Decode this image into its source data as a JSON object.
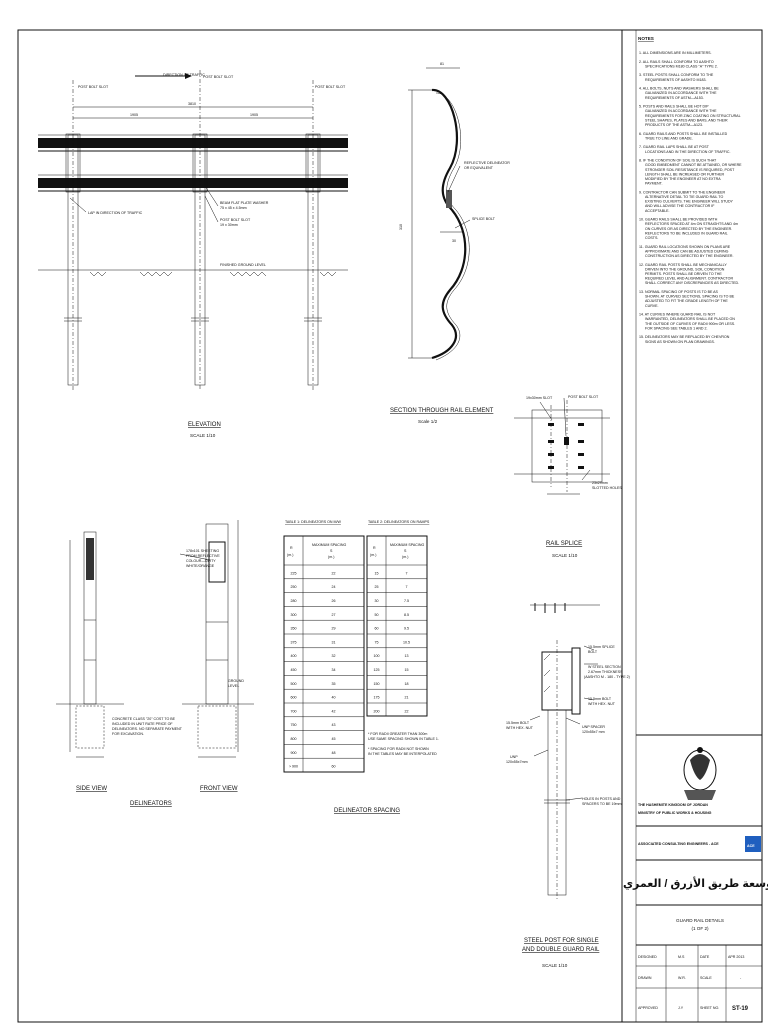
{
  "elevation": {
    "title": "ELEVATION",
    "scale": "SCALE 1/10",
    "direction_of_traffic": "DIRECTION OF TRAFFIC",
    "post_left": "POST BOLT SLOT",
    "post_center": "POST BOLT SLOT",
    "post_right": "POST BOLT SLOT",
    "dim_total": "3810",
    "dim_left": "1905",
    "dim_right": "1905",
    "lap_note": "LAP IN DIRECTION OF TRAFFIC",
    "beam_plate_note_1": "BEAM FLAT PLATE WASHER",
    "beam_plate_note_2": "75 x 45 x 4.5mm",
    "post_bolt_note_1": "POST BOLT SLOT",
    "post_bolt_note_2": "19 x 30mm",
    "ground_level": "FINISHED GROUND LEVEL"
  },
  "section": {
    "title": "SECTION THROUGH RAIL ELEMENT",
    "scale": "Scale 1/2",
    "dim_top": "81",
    "dim_side": "310",
    "note_reflector_1": "REFLECTIVE DELINEATOR",
    "note_reflector_2": "OR EQUIVALENT",
    "note_splice": "SPLICE BOLT",
    "dim_small": "30"
  },
  "rail_splice": {
    "title": "RAIL SPLICE",
    "scale": "SCALE 1/10",
    "note_slot": "19x30mm SLOT",
    "note_post_bolt": "POST BOLT SLOT",
    "note_holes_1": "23x29mm",
    "note_holes_2": "SLOTTED HOLES"
  },
  "delineators": {
    "title": "DELINEATORS",
    "side_view": "SIDE VIEW",
    "front_view": "FRONT VIEW",
    "strip_note_1": "178x101 SHEETING",
    "strip_note_2": "FROM REFLECTIVE",
    "strip_note_3": "COLOUR—DIRTY",
    "strip_note_4": "WHITE/ORANGE",
    "ground_note_1": "GROUND",
    "ground_note_2": "LEVEL",
    "concrete_note_1": "CONCRETE CLASS \"20\" COST TO BE",
    "concrete_note_2": "INCLUDED IN UNIT RATE PRICE OF",
    "concrete_note_3": "DELINEATORS. NO SEPARATE PAYMENT",
    "concrete_note_4": "FOR EXCAVATION."
  },
  "spacing": {
    "title": "DELINEATOR SPACING",
    "table1_title": "TABLE 1: DELINEATORS ON M/W",
    "table2_title": "TABLE 2: DELINEATORS ON RAMPS",
    "col_r": "R",
    "col_r_unit": "(m.)",
    "col_s_1": "MAXIMUM SPACING",
    "col_s_2": "S",
    "col_s_unit": "(m.)",
    "table1_rows": [
      [
        "225",
        "22"
      ],
      [
        "250",
        "24"
      ],
      [
        "280",
        "26"
      ],
      [
        "300",
        "27"
      ],
      [
        "350",
        "29"
      ],
      [
        "375",
        "31"
      ],
      [
        "400",
        "32"
      ],
      [
        "450",
        "34"
      ],
      [
        "500",
        "35"
      ],
      [
        "600",
        "40"
      ],
      [
        "700",
        "42"
      ],
      [
        "750",
        "43"
      ],
      [
        "800",
        "45"
      ],
      [
        "900",
        "48"
      ],
      [
        "> 900",
        "60"
      ]
    ],
    "table2_rows": [
      [
        "15",
        "7"
      ],
      [
        "25",
        "7"
      ],
      [
        "30",
        "7.5"
      ],
      [
        "50",
        "8.5"
      ],
      [
        "60",
        "9.5"
      ],
      [
        "75",
        "10.5"
      ],
      [
        "100",
        "13"
      ],
      [
        "125",
        "15"
      ],
      [
        "150",
        "18"
      ],
      [
        "175",
        "21"
      ],
      [
        "200",
        "22"
      ]
    ],
    "note1_1": "* FOR RADII GREATER THAN 300m",
    "note1_2": "USE SAME SPACING SHOWN IN TABLE 1.",
    "note2_1": "* SPACING FOR RADII NOT SHOWN",
    "note2_2": "IN THE TABLES MAY BE INTERPOLATED"
  },
  "steel_post": {
    "title_1": "STEEL POST FOR SINGLE",
    "title_2": "AND DOUBLE GUARD RAIL",
    "scale": "SCALE 1/10",
    "note_splice_1": "15.5mm SPLICE",
    "note_splice_2": "BOLT",
    "note_wseam_1": "W STEEL SECTION",
    "note_wseam_2": "2.67mm THICKNESS",
    "note_wseam_3": "(AASHTO M - 180 - TYPE 2)",
    "note_bolt_1": "15.5mm BOLT",
    "note_bolt_2": "WITH HEX. NUT",
    "note_left_1": "15.5mm BOLT",
    "note_left_2": "WITH HEX. NUT",
    "note_spacer_1": "UNP SPACER",
    "note_spacer_2": "120x55x7 mm",
    "note_unp_1": "UNP",
    "note_unp_2": "120x55x7mm",
    "note_holes_1": "HOLES IN POSTS AND",
    "note_holes_2": "SPACERS TO BE 19mm"
  },
  "notes": {
    "heading": "NOTES",
    "items": [
      "1. ALL DIMENSIONS ARE IN MILLIMETERS.",
      "2. ALL RAILS SHALL CONFORM TO AASHTO SPECIFICATIONS M180 CLASS \"A\" TYPE 2.",
      "3. STEEL POSTS SHALL CONFORM TO THE REQUIREMENTS OF AASHTO M183.",
      "4. ALL BOLTS, NUTS AND WASHERS SHALL BE GALVANIZED IN ACCORDANCE WITH THE REQUIREMENTS OF ASTM—A153.",
      "5. POSTS AND RAILS SHALL BE HOT DIP GALVANIZED IN ACCORDANCE WITH THE REQUIREMENTS FOR ZINC COATING ON STRUCTURAL STEEL SHAPES, PLATES AND BARS, AND THEIR PRODUCTS OF THE ASTM—A123.",
      "6. GUARD RAILS AND POSTS SHALL BE INSTALLED TRUE TO LINE AND GRADE.",
      "7. GUARD RAIL LAPS SHALL BE AT POST LOCATIONS AND IN THE DIRECTION OF TRAFFIC.",
      "8. IF THE CONDITION OF SOIL IS SUCH THAT GOOD EMBEDMENT CANNOT BE ATTAINED, OR WHERE STRONGER SOIL RESISTANCE IS REQUIRED, POST LENGTH SHALL BE INCREASED OR FURTHER MODIFIED BY THE ENGINEER AT NO EXTRA PAYMENT.",
      "9. CONTRACTOR CAN SUBMIT TO THE ENGINEER ALTERNATIVE DETAIL TO TIE GUARD RAIL TO EXISTING CULVERTS. THE ENGINEER WILL STUDY AND WILL ADVISE THE CONTRACTOR IF ACCEPTABLE.",
      "10. GUARD RAILS SHALL BE PROVIDED WITH REFLECTORS SPACED AT 4m ON STRAIGHTS AND 4m ON CURVES OR AS DIRECTED BY THE ENGINEER. REFLECTORS TO BE INCLUDED IN GUARD RAIL COSTS.",
      "11. GUARD RAIL LOCATIONS SHOWN ON PLANS ARE APPROXIMATE AND CAN BE ADJUSTED DURING CONSTRUCTION AS DIRECTED BY THE ENGINEER.",
      "12. GUARD RAIL POSTS SHALL BE MECHANICALLY DRIVEN INTO THE GROUND, SOIL CONDITION PERMITS. POSTS SHALL BE DRIVEN TO THE REQUIRED LEVEL AND ALIGNMENT. CONTRACTOR SHALL CORRECT ANY DISCREPANCIES AS DIRECTED.",
      "13. NORMAL SPACING OF POSTS IS TO BE AS SHOWN. AT CURVED SECTIONS, SPACING IS TO BE ADJUSTED TO FIT THE GRADE LENGTH OF THE CURVE.",
      "14. AT CURVES WHERE GUARD RAIL IS NOT WARRANTED, DELINEATORS SHALL BE PLACED ON THE OUTSIDE OF CURVES OF RADII 900m OR LESS. FOR SPACING SEE TABLES 1 AND 2.",
      "15. DELINEATORS MAY BE REPLACED BY CHEVRON SIGNS AS SHOWN ON PLAN DRAWINGS."
    ]
  },
  "title_block": {
    "authority_1": "THE HASHEMITE KINGDOM OF JORDAN",
    "authority_2": "MINISTRY OF PUBLIC WORKS & HOUSING",
    "consultant": "ASSOCIATED CONSULTING ENGINEERS - ACE",
    "consultant_logo": "ACE",
    "project_arabic": "توسعة طريق الأزرق / العمري",
    "drawing_title_1": "GUARD RAIL DETAILS",
    "drawing_title_2": "(1 OF 2)",
    "designed_label": "DESIGNED",
    "designed_value": "M.S",
    "drawn_label": "DRAWN",
    "drawn_value": "W.R.",
    "approved_label": "APPROVED",
    "approved_value": "J.Y",
    "date_label": "DATE",
    "date_value": "APR 2013",
    "scale_label": "SCALE",
    "scale_value": "-",
    "sheet_label": "SHEET NO.",
    "sheet_value": "ST-19"
  },
  "colors": {
    "line": "#111111",
    "logo": "#1f5fbf"
  }
}
